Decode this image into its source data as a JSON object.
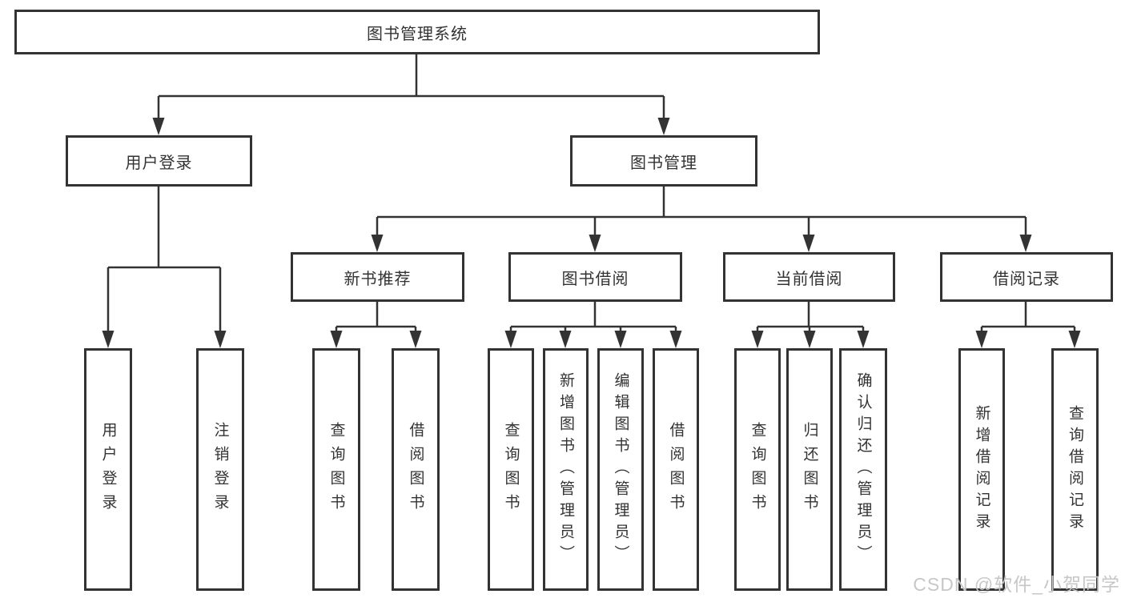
{
  "diagram": {
    "type": "hierarchy-flowchart",
    "root": {
      "label": "图书管理系统"
    },
    "level2": [
      {
        "label": "用户登录"
      },
      {
        "label": "图书管理"
      }
    ],
    "level3": [
      {
        "label": "新书推荐"
      },
      {
        "label": "图书借阅"
      },
      {
        "label": "当前借阅"
      },
      {
        "label": "借阅记录"
      }
    ],
    "leaves": {
      "user_login": [
        "用户登录",
        "注销登录"
      ],
      "new_book": [
        "查询图书",
        "借阅图书"
      ],
      "book_borrow": [
        "查询图书",
        "新增图书（管理员）",
        "编辑图书（管理员）",
        "借阅图书"
      ],
      "current_borrow": [
        "查询图书",
        "归还图书",
        "确认归还（管理员）"
      ],
      "borrow_record": [
        "新增借阅记录",
        "查询借阅记录"
      ]
    }
  },
  "colors": {
    "line": "#333333",
    "box_border": "#333333",
    "box_fill": "#ffffff",
    "text": "#333333",
    "watermark": "#c7c7c7"
  },
  "watermark": {
    "text": "CSDN @软件_小贺同学"
  }
}
